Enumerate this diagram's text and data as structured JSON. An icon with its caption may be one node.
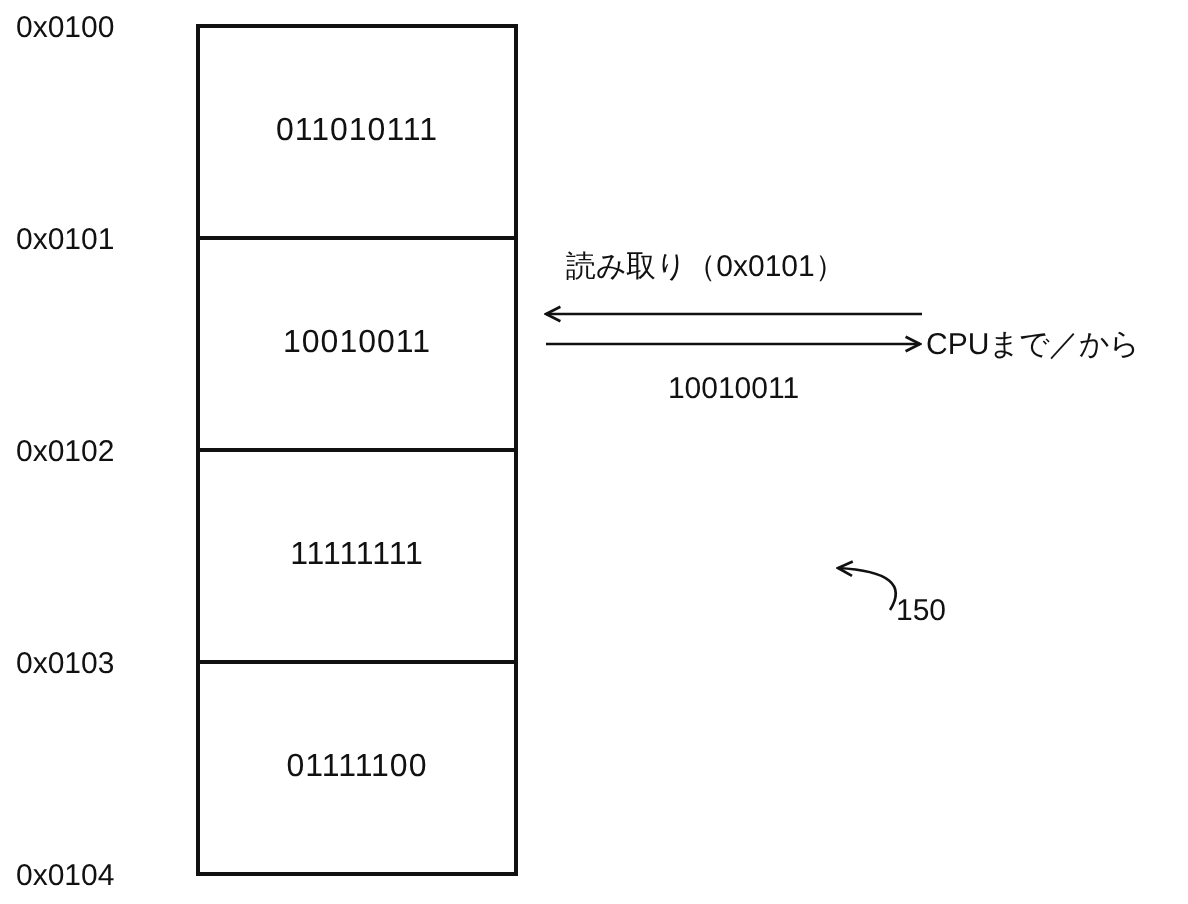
{
  "diagram": {
    "nodes": [
      {
        "text": [
          "011010111"
        ]
      },
      {
        "text": [
          "10010011"
        ]
      },
      {
        "text": [
          "11111111"
        ]
      },
      {
        "text": [
          "01111100"
        ]
      },
      {
        "text": [
          "CPUまで／から"
        ]
      },
      {
        "text": [
          "150"
        ]
      }
    ],
    "edges": [
      {
        "from": 4,
        "to": 1,
        "arrow": "to",
        "label": "読み取り（0x0101）"
      },
      {
        "from": 1,
        "to": 4,
        "arrow": "to",
        "label": "10010011"
      },
      {
        "from": 5,
        "to": null,
        "arrow": "to"
      }
    ],
    "labels": [
      "0x0100",
      "0x0101",
      "0x0102",
      "0x0103",
      "0x0104"
    ]
  }
}
